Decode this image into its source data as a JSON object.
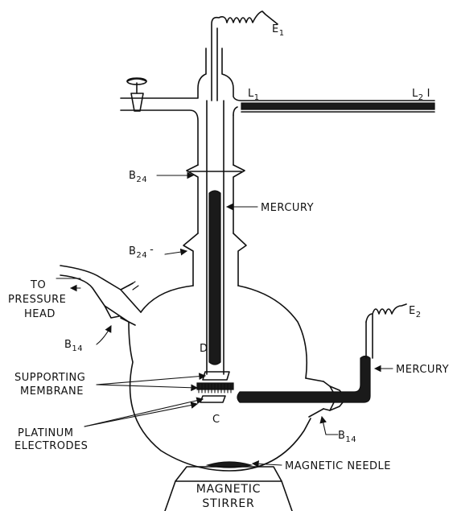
{
  "labels": {
    "e1": "E",
    "e1_sub": "1",
    "l1": "L",
    "l1_sub": "1",
    "l2": "L",
    "l2_sub": "2",
    "l2_mark": "I",
    "b24_upper": "B",
    "b24_upper_sub": "24",
    "b24_lower": "B",
    "b24_lower_sub": "24",
    "b24_lower_mark": "-",
    "mercury_top": "MERCURY",
    "to_pressure_line1": "TO",
    "to_pressure_line2": "PRESSURE",
    "to_pressure_line3": "HEAD",
    "b14_left": "B",
    "b14_left_sub": "14",
    "e2": "E",
    "e2_sub": "2",
    "mercury_right": "MERCURY",
    "d": "D",
    "supporting_line1": "SUPPORTING",
    "supporting_line2": "MEMBRANE",
    "c": "C",
    "b14_right": "B",
    "b14_right_sub": "14",
    "platinum_line1": "PLATINUM",
    "platinum_line2": "ELECTRODES",
    "magnetic_needle": "MAGNETIC NEEDLE",
    "stirrer_line1": "MAGNETIC",
    "stirrer_line2": "STIRRER"
  }
}
